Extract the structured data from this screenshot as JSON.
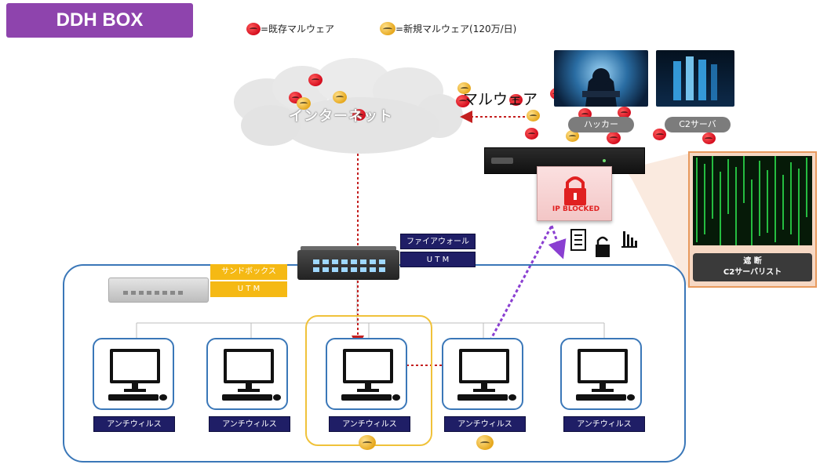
{
  "title": "DDH BOX",
  "legend": {
    "existing": "=既存マルウェア",
    "new": "=新規マルウェア(120万/日)"
  },
  "cloud_label": "インターネット",
  "malware_label": "マルウェア",
  "hacker_label": "ハッカー",
  "c2_label": "C2サーバ",
  "ip_blocked": "IP BLOCKED",
  "firewall_label": "ファイアウォール",
  "utm_label": "U T M",
  "sandbox_label": "サンドボックス",
  "sandbox_utm_label": "U T M",
  "blocklist": {
    "line1": "遮 断",
    "line2": "C2サーバリスト"
  },
  "antivirus_labels": [
    "アンチウィルス",
    "アンチウィルス",
    "アンチウィルス",
    "アンチウィルス",
    "アンチウィルス"
  ],
  "colors": {
    "title_bg": "#8e44ad",
    "existing_malware": "#d40d1e",
    "new_malware": "#e6a81e",
    "lan_border": "#3a77b8",
    "label_navy": "#1f1e66",
    "label_gold": "#f5b914",
    "highlight": "#f0c23a",
    "attack_arrow": "#8a3fd1",
    "infection_arrow": "#c42020"
  }
}
